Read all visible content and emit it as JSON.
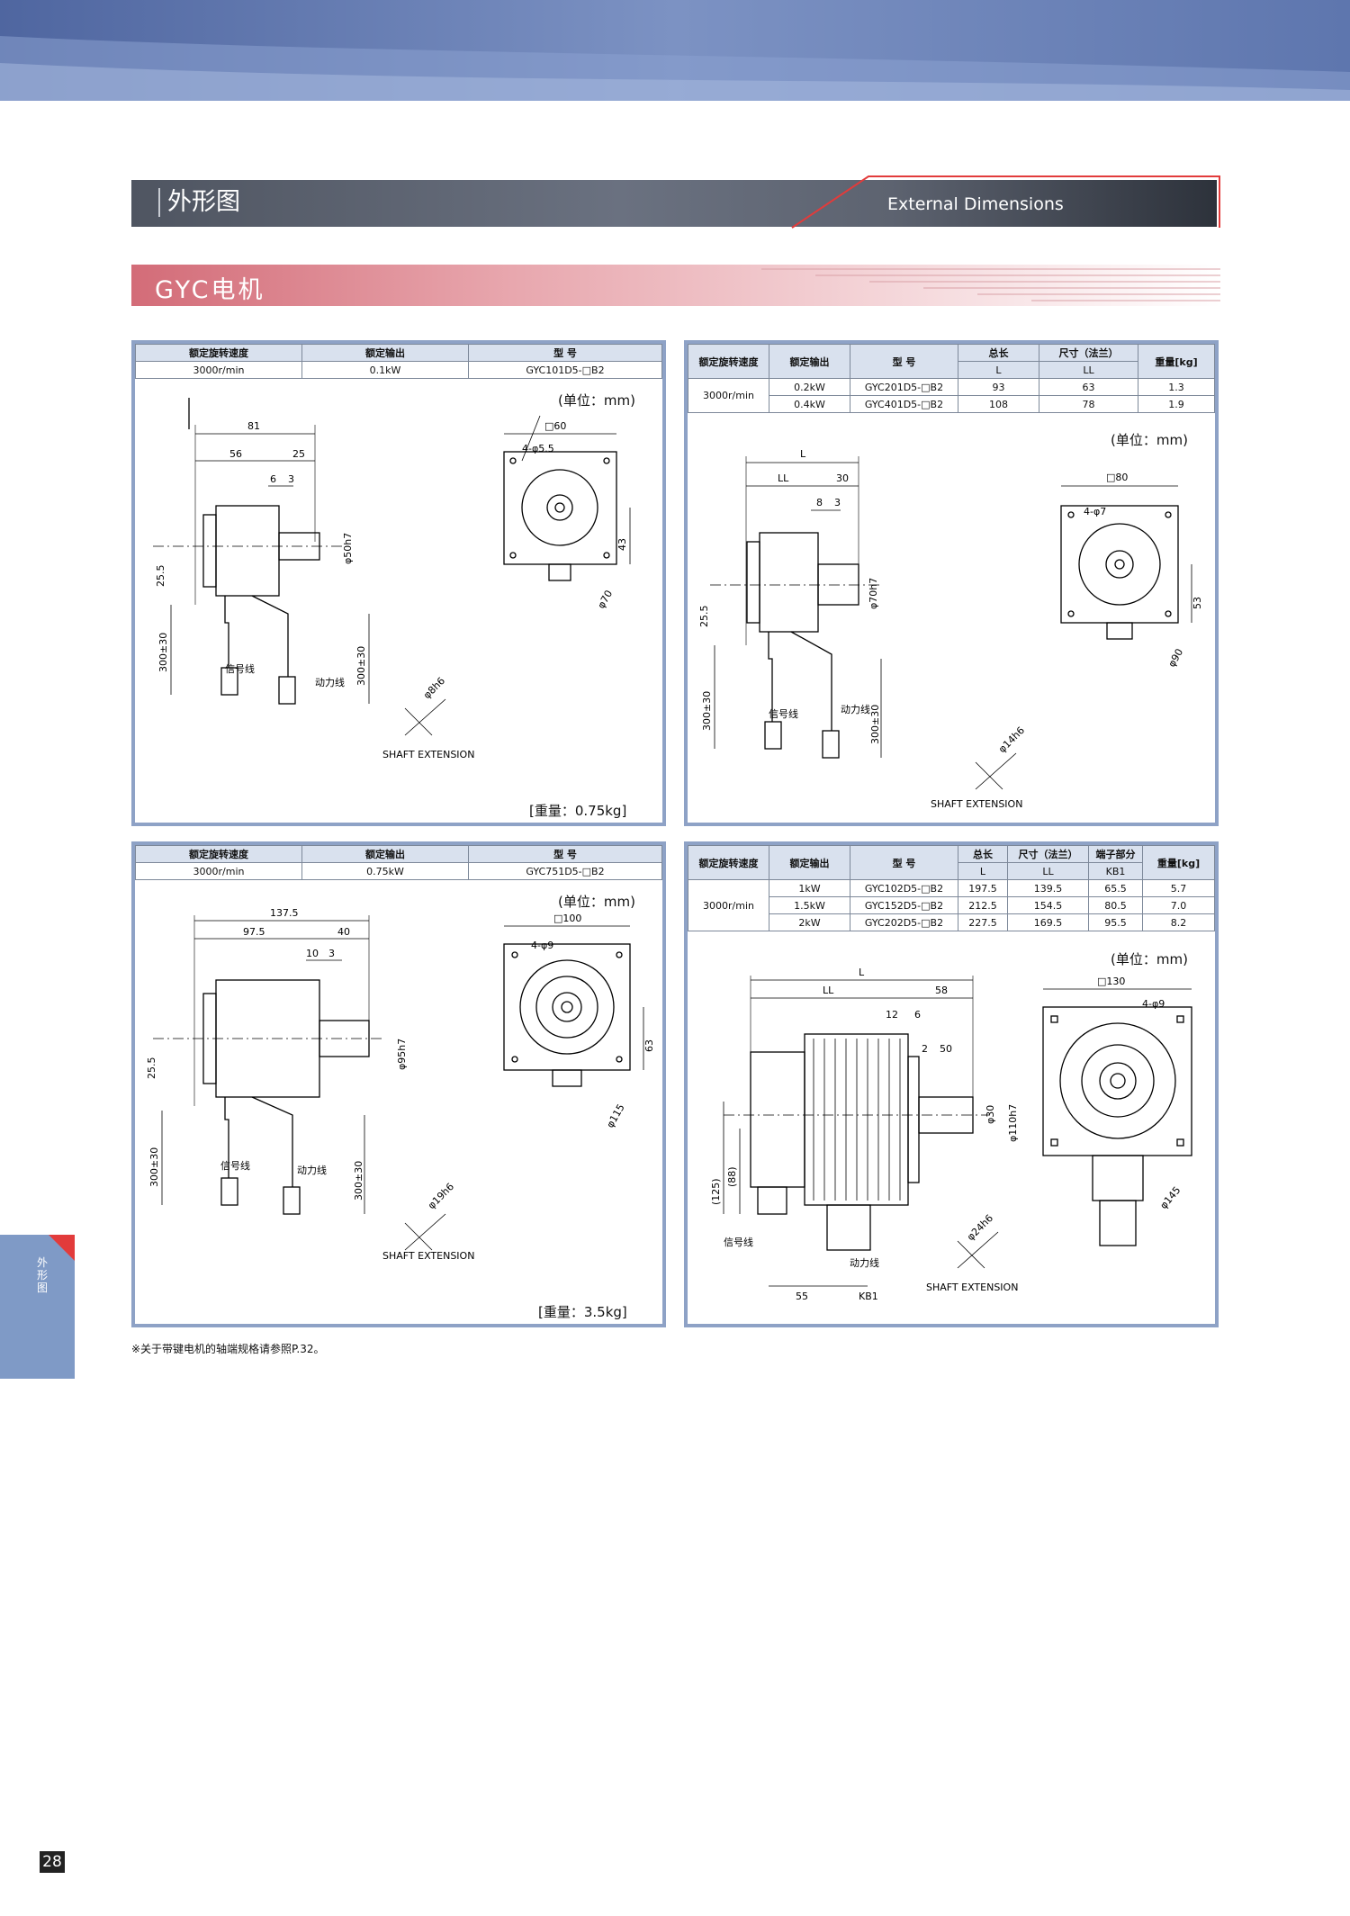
{
  "title": {
    "cn": "外形图",
    "en": "External Dimensions"
  },
  "section": {
    "label": "GYC电机"
  },
  "labels": {
    "unit": "(单位：mm)",
    "shaft": "SHAFT EXTENSION",
    "signal_wire": "信号线",
    "power_wire": "动力线"
  },
  "panel1": {
    "headers": [
      "额定旋转速度",
      "额定输出",
      "型  号"
    ],
    "row": [
      "3000r/min",
      "0.1kW",
      "GYC101D5-□B2"
    ],
    "weight": "[重量：0.75kg]",
    "dims": {
      "total": "81",
      "ll": "56",
      "shaft_len": "25",
      "d1": "6",
      "d2": "3",
      "cable_h": "25.5",
      "cable1": "300±30",
      "cable2": "300±30",
      "flange": "□60",
      "holes": "4-φ5.5",
      "pilot": "φ50h7",
      "shaft_d": "φ8h6",
      "pcd": "φ70",
      "side": "43"
    }
  },
  "panel2": {
    "headers": [
      "额定旋转速度",
      "额定输出",
      "型  号",
      "总长",
      "尺寸（法兰）",
      "重量[kg]"
    ],
    "subheaders": [
      "L",
      "LL"
    ],
    "speed": "3000r/min",
    "rows": [
      [
        "0.2kW",
        "GYC201D5-□B2",
        "93",
        "63",
        "1.3"
      ],
      [
        "0.4kW",
        "GYC401D5-□B2",
        "108",
        "78",
        "1.9"
      ]
    ],
    "dims": {
      "total": "L",
      "ll": "LL",
      "shaft_len": "30",
      "d1": "8",
      "d2": "3",
      "cable_h": "25.5",
      "cable1": "300±30",
      "cable2": "300±30",
      "flange": "□80",
      "holes": "4-φ7",
      "pilot": "φ70h7",
      "shaft_d": "φ14h6",
      "pcd": "φ90",
      "side": "53"
    }
  },
  "panel3": {
    "headers": [
      "额定旋转速度",
      "额定输出",
      "型  号"
    ],
    "row": [
      "3000r/min",
      "0.75kW",
      "GYC751D5-□B2"
    ],
    "weight": "[重量：3.5kg]",
    "dims": {
      "total": "137.5",
      "ll": "97.5",
      "shaft_len": "40",
      "d1": "10",
      "d2": "3",
      "cable_h": "25.5",
      "cable1": "300±30",
      "cable2": "300±30",
      "flange": "□100",
      "holes": "4-φ9",
      "pilot": "φ95h7",
      "shaft_d": "φ19h6",
      "pcd": "φ115",
      "side": "63"
    }
  },
  "panel4": {
    "headers": [
      "额定旋转速度",
      "额定输出",
      "型  号",
      "总长",
      "尺寸（法兰）",
      "端子部分",
      "重量[kg]"
    ],
    "subheaders": [
      "L",
      "LL",
      "KB1"
    ],
    "speed": "3000r/min",
    "rows": [
      [
        "1kW",
        "GYC102D5-□B2",
        "197.5",
        "139.5",
        "65.5",
        "5.7"
      ],
      [
        "1.5kW",
        "GYC152D5-□B2",
        "212.5",
        "154.5",
        "80.5",
        "7.0"
      ],
      [
        "2kW",
        "GYC202D5-□B2",
        "227.5",
        "169.5",
        "95.5",
        "8.2"
      ]
    ],
    "dims": {
      "total": "L",
      "ll": "LL",
      "shaft_len": "58",
      "d1": "12",
      "d2": "6",
      "step": "2",
      "shaft_l": "50",
      "h1": "(125)",
      "h2": "(88)",
      "bottom1": "55",
      "bottom2": "KB1",
      "flange": "□130",
      "holes": "4-φ9",
      "pilot": "φ110h7",
      "shaft_dia": "φ30",
      "shaft_d": "φ24h6",
      "pcd": "φ145"
    }
  },
  "note": "※关于带键电机的轴端规格请参照P.32。",
  "side_tab": "外形图",
  "page_number": "28",
  "colors": {
    "panel_border": "#8ea2c6",
    "accent_red": "#e23b3b",
    "banner_blue": "#6e86b8"
  }
}
